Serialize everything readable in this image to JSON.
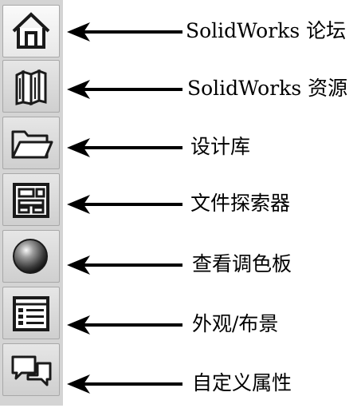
{
  "task_pane": {
    "tabs": [
      {
        "id": "solidworks-forum",
        "icon": "home-icon",
        "active": true
      },
      {
        "id": "solidworks-resources",
        "icon": "books-icon",
        "active": false
      },
      {
        "id": "design-library",
        "icon": "folder-icon",
        "active": false
      },
      {
        "id": "file-explorer",
        "icon": "file-explorer-icon",
        "active": false
      },
      {
        "id": "view-palette",
        "icon": "sphere-icon",
        "active": false
      },
      {
        "id": "appearances-scenes",
        "icon": "appearance-list-icon",
        "active": false
      },
      {
        "id": "custom-properties",
        "icon": "speech-bubbles-icon",
        "active": false
      }
    ]
  },
  "callouts": [
    {
      "label": "SolidWorks 论坛"
    },
    {
      "label": "SolidWorks 资源"
    },
    {
      "label": "设计库"
    },
    {
      "label": "文件探索器"
    },
    {
      "label": "查看调色板"
    },
    {
      "label": "外观/布景"
    },
    {
      "label": "自定义属性"
    }
  ],
  "colors": {
    "arrow": "#000000",
    "tab_background": "#d4d4d4",
    "icon_stroke": "#1a1a1a"
  }
}
